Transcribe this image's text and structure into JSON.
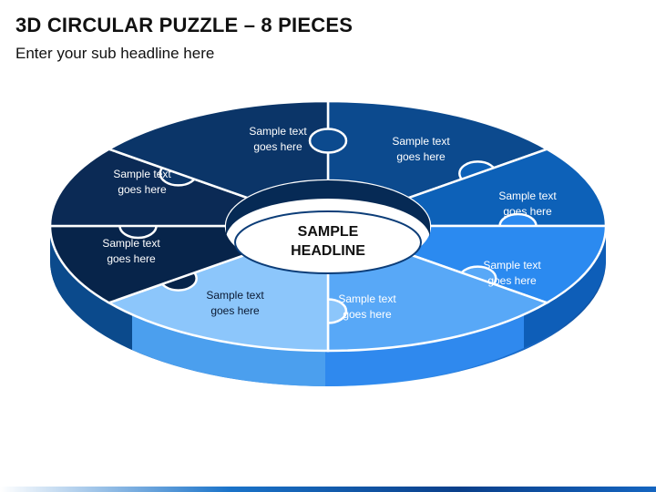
{
  "header": {
    "title": "3D CIRCULAR PUZZLE – 8 PIECES",
    "subtitle": "Enter your sub headline here"
  },
  "center": {
    "line1": "SAMPLE",
    "line2": "HEADLINE"
  },
  "pieces": [
    {
      "line1": "Sample text",
      "line2": "goes here",
      "color": "#0b3568"
    },
    {
      "line1": "Sample text",
      "line2": "goes here",
      "color": "#0c4a8e"
    },
    {
      "line1": "Sample text",
      "line2": "goes here",
      "color": "#0d61b8"
    },
    {
      "line1": "Sample text",
      "line2": "goes here",
      "color": "#2b8af0"
    },
    {
      "line1": "Sample text",
      "line2": "goes here",
      "color": "#58a8f7"
    },
    {
      "line1": "Sample text",
      "line2": "goes here",
      "color": "#8cc6fb"
    },
    {
      "line1": "Sample text",
      "line2": "goes here",
      "color": "#07244a"
    },
    {
      "line1": "Sample text",
      "line2": "goes here",
      "color": "#0b2a55"
    }
  ]
}
